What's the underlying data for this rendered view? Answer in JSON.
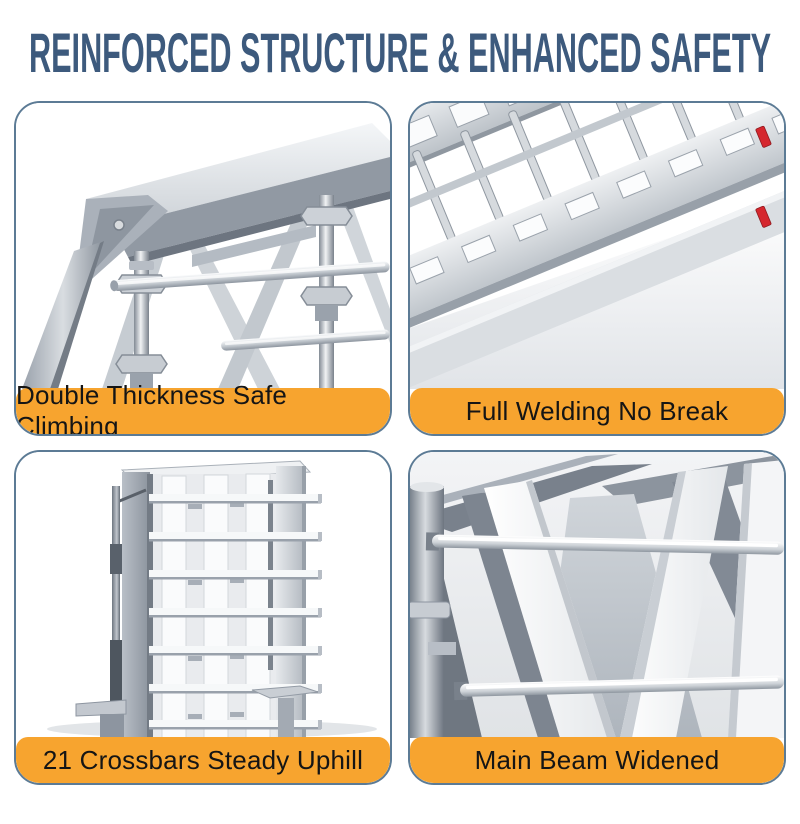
{
  "title": "REINFORCED STRUCTURE & ENHANCED SAFETY",
  "colors": {
    "title_text": "#3d5a7d",
    "caption_background": "#F7A42F",
    "caption_text": "#151515",
    "card_border": "#5c7b95",
    "page_background": "#ffffff",
    "reflector_red": "#d5272e",
    "metal_light": "#e9ecef",
    "metal_dark": "#848c96"
  },
  "features": [
    {
      "caption": "Double Thickness Safe Climbing",
      "image": "ramp-apex-double-thickness-photo"
    },
    {
      "caption": "Full Welding No Break",
      "image": "fully-welded-side-rail-photo"
    },
    {
      "caption": "21 Crossbars Steady Uphill",
      "image": "folded-ramp-crossbars-photo"
    },
    {
      "caption": "Main Beam Widened",
      "image": "widened-main-beam-closeup-photo"
    }
  ]
}
